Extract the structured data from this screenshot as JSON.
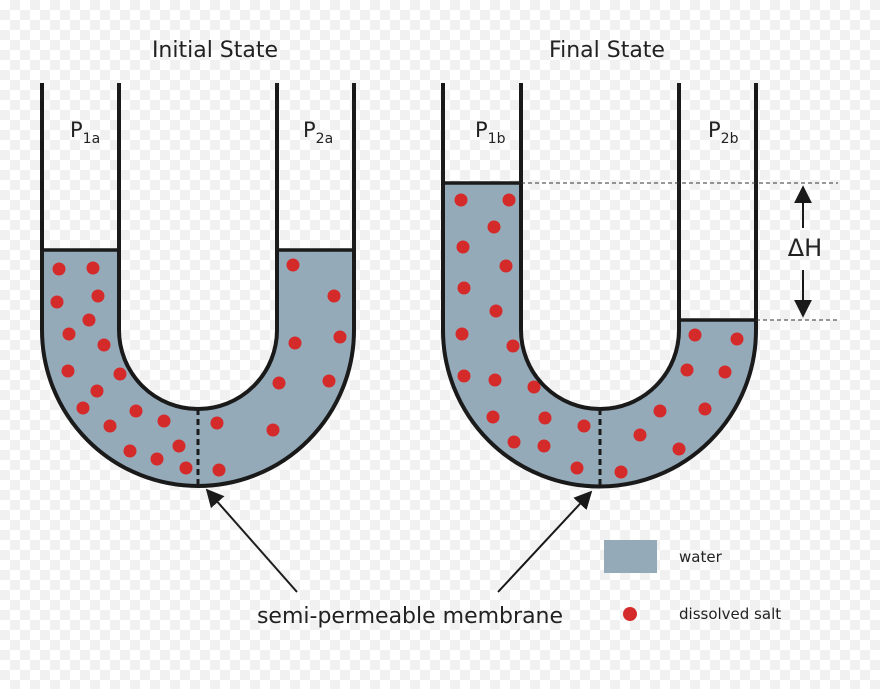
{
  "colors": {
    "water": "#95aab9",
    "salt": "#d42a2a",
    "outline": "#1a1a1a"
  },
  "panels": {
    "initial": {
      "title": "Initial State",
      "left_pressure": {
        "main": "P",
        "sub": "1a"
      },
      "right_pressure": {
        "main": "P",
        "sub": "2a"
      }
    },
    "final": {
      "title": "Final State",
      "left_pressure": {
        "main": "P",
        "sub": "1b"
      },
      "right_pressure": {
        "main": "P",
        "sub": "2b"
      }
    }
  },
  "height_difference_label": "ΔH",
  "membrane_label": "semi-permeable membrane",
  "legend": {
    "water": "water",
    "salt": "dissolved salt"
  }
}
